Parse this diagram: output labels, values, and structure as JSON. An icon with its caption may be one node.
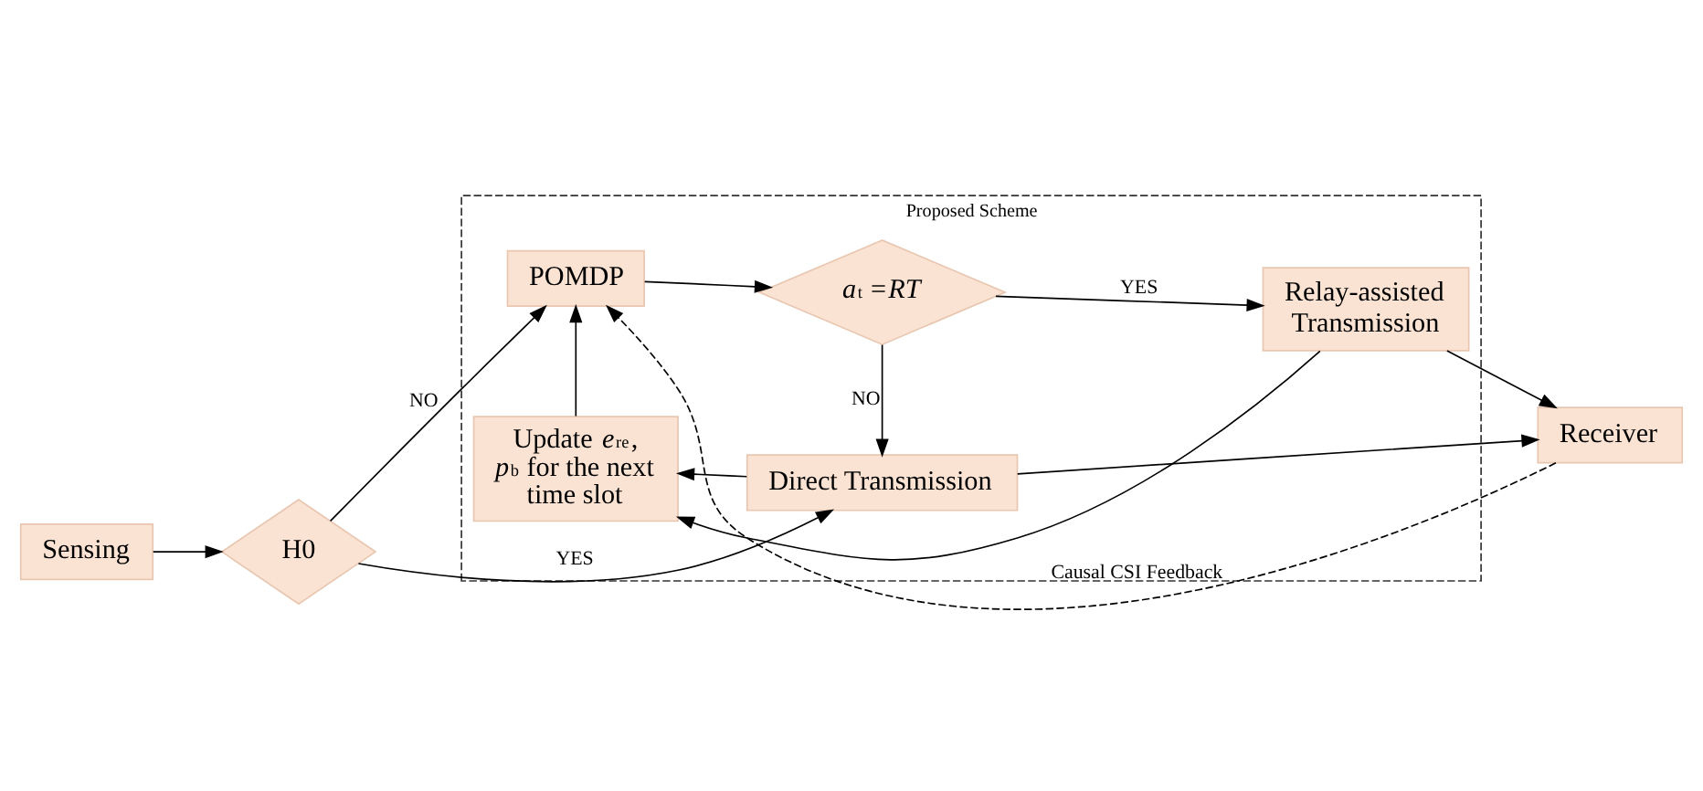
{
  "diagram": {
    "nodes": [
      {
        "text": [
          "Proposed Scheme"
        ]
      },
      {
        "text": [
          "Sensing"
        ]
      },
      {
        "text": [
          "H0"
        ]
      },
      {
        "text": [
          "POMDP"
        ],
        "in": 0
      },
      {
        "text": [
          "*a*$_{t}$ =*RT*"
        ],
        "in": 0
      },
      {
        "text": [
          "Relay-assisted Transmission"
        ],
        "in": 0
      },
      {
        "text": [
          "Receiver"
        ]
      },
      {
        "text": [
          "Update *e*$^{re}$, *p*$^{b}$ for the next time slot"
        ],
        "in": 0
      },
      {
        "text": [
          "Direct Transmission"
        ],
        "in": 0
      }
    ],
    "edges": [
      {
        "from": 1,
        "to": 2,
        "arrow": "to"
      },
      {
        "from": 2,
        "to": 3,
        "arrow": "to",
        "label": "NO"
      },
      {
        "from": 2,
        "to": 8,
        "arrow": "to",
        "label": "YES"
      },
      {
        "from": 3,
        "to": 4,
        "arrow": "to"
      },
      {
        "from": 4,
        "to": 5,
        "arrow": "to",
        "label": "YES"
      },
      {
        "from": 4,
        "to": 8,
        "arrow": "to",
        "label": "NO"
      },
      {
        "from": 5,
        "to": 6,
        "arrow": "to"
      },
      {
        "from": 8,
        "to": 6,
        "arrow": "to"
      },
      {
        "from": 5,
        "to": 7,
        "arrow": "to"
      },
      {
        "from": 7,
        "to": 3,
        "arrow": "to"
      },
      {
        "from": 8,
        "to": 7,
        "arrow": "to"
      },
      {
        "from": 6,
        "to": 3,
        "arrow": "to",
        "style": "dashed",
        "label": "Causal CSI Feedback"
      }
    ]
  }
}
